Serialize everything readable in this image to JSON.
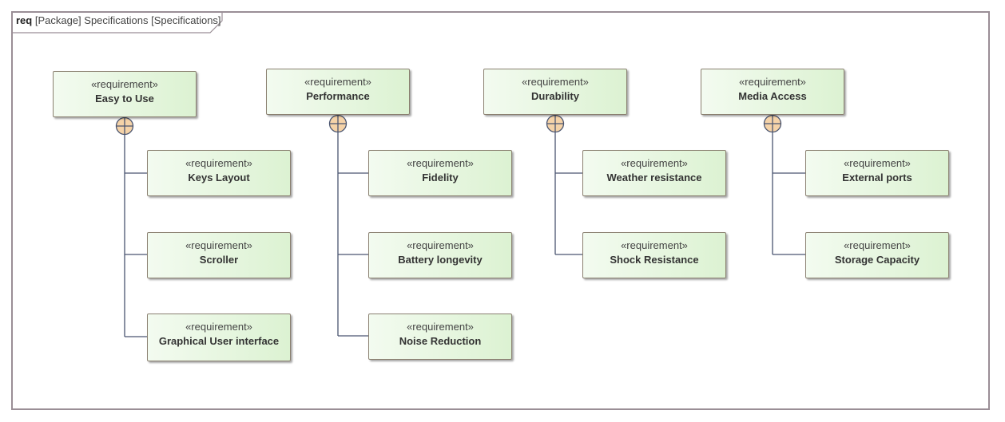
{
  "frame": {
    "keyword": "req",
    "title": "[Package] Specifications [Specifications]"
  },
  "colors": {
    "frame_border": "#9a8e96",
    "box_border": "#8a8070",
    "box_fill_left": "#f3fbf0",
    "box_fill_right": "#dcf2d2",
    "connector": "#4a5570",
    "containment_fill": "#f5d3a8"
  },
  "requirements": [
    {
      "stereotype": "«requirement»",
      "name": "Easy to Use"
    },
    {
      "stereotype": "«requirement»",
      "name": "Keys Layout"
    },
    {
      "stereotype": "«requirement»",
      "name": "Scroller"
    },
    {
      "stereotype": "«requirement»",
      "name": "Graphical User interface"
    },
    {
      "stereotype": "«requirement»",
      "name": "Performance"
    },
    {
      "stereotype": "«requirement»",
      "name": "Fidelity"
    },
    {
      "stereotype": "«requirement»",
      "name": "Battery longevity"
    },
    {
      "stereotype": "«requirement»",
      "name": "Noise Reduction"
    },
    {
      "stereotype": "«requirement»",
      "name": "Durability"
    },
    {
      "stereotype": "«requirement»",
      "name": "Weather resistance"
    },
    {
      "stereotype": "«requirement»",
      "name": "Shock Resistance"
    },
    {
      "stereotype": "«requirement»",
      "name": "Media Access"
    },
    {
      "stereotype": "«requirement»",
      "name": "External ports"
    },
    {
      "stereotype": "«requirement»",
      "name": "Storage Capacity"
    }
  ],
  "containment": [
    {
      "parent": "Easy to Use",
      "children": [
        "Keys Layout",
        "Scroller",
        "Graphical User interface"
      ]
    },
    {
      "parent": "Performance",
      "children": [
        "Fidelity",
        "Battery longevity",
        "Noise Reduction"
      ]
    },
    {
      "parent": "Durability",
      "children": [
        "Weather resistance",
        "Shock Resistance"
      ]
    },
    {
      "parent": "Media Access",
      "children": [
        "External ports",
        "Storage Capacity"
      ]
    }
  ]
}
